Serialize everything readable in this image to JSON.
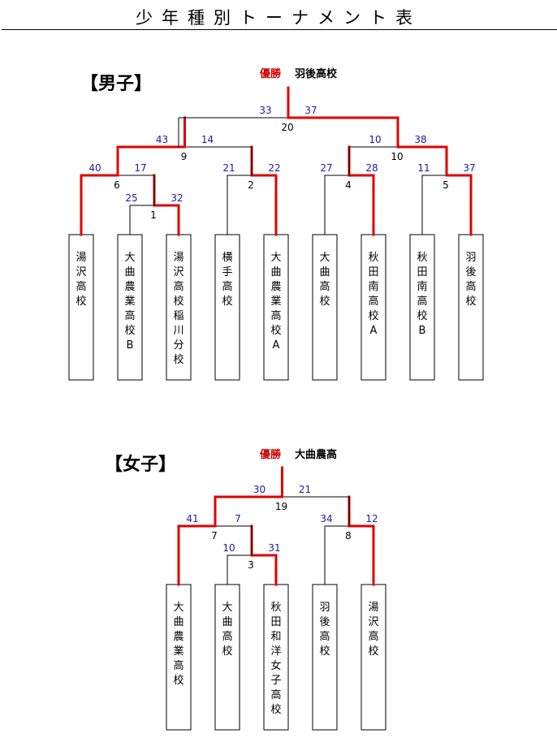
{
  "title": "少年種別トーナメント表",
  "colors": {
    "winner": "#e00000",
    "score": "#1c1c9a",
    "line": "#000000"
  },
  "boys": {
    "heading": "【男子】",
    "champion_label": "優勝",
    "champion": "羽後高校",
    "teams": [
      "湯沢高校",
      "大曲農業高校B",
      "湯沢高校稲川分校",
      "横手高校",
      "大曲農業高校A",
      "大曲高校",
      "秋田南高校A",
      "秋田南高校B",
      "羽後高校"
    ],
    "matches": [
      {
        "no": "1",
        "left": "25",
        "right": "32"
      },
      {
        "no": "2",
        "left": "21",
        "right": "22"
      },
      {
        "no": "4",
        "left": "27",
        "right": "28"
      },
      {
        "no": "5",
        "left": "11",
        "right": "37"
      },
      {
        "no": "6",
        "left": "40",
        "right": "17"
      },
      {
        "no": "10",
        "left": "10",
        "right": "38"
      },
      {
        "no": "9",
        "left": "43",
        "right": "14"
      },
      {
        "no": "20",
        "left": "33",
        "right": "37"
      }
    ]
  },
  "girls": {
    "heading": "【女子】",
    "champion_label": "優勝",
    "champion": "大曲農高",
    "teams": [
      "大曲農業高校",
      "大曲高校",
      "秋田和洋女子高校",
      "羽後高校",
      "湯沢高校"
    ],
    "matches": [
      {
        "no": "3",
        "left": "10",
        "right": "31"
      },
      {
        "no": "7",
        "left": "41",
        "right": "7"
      },
      {
        "no": "8",
        "left": "34",
        "right": "12"
      },
      {
        "no": "19",
        "left": "30",
        "right": "21"
      }
    ]
  }
}
